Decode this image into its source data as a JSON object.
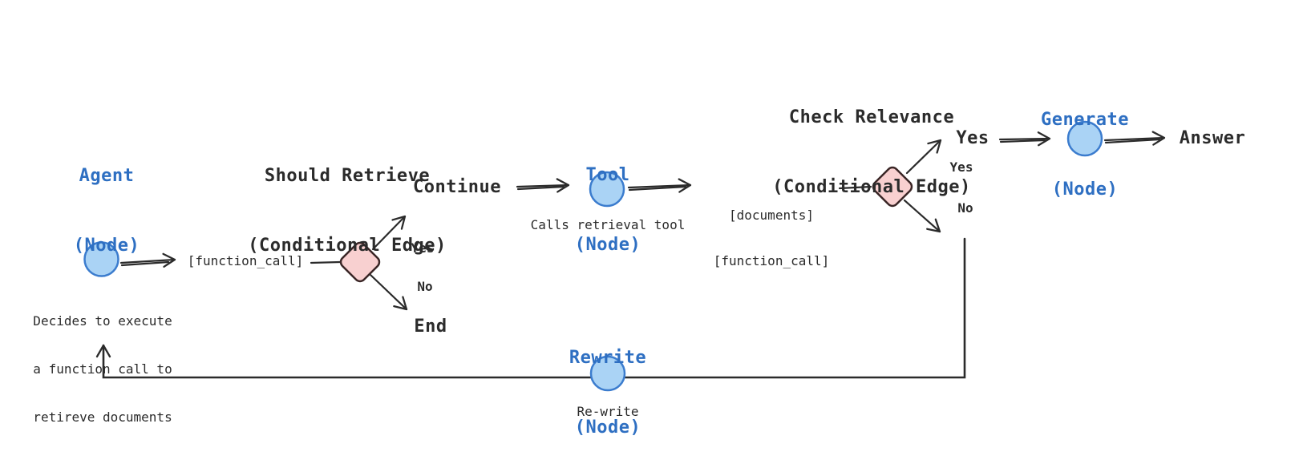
{
  "colors": {
    "node_blue_fill": "#aad3f5",
    "node_blue_stroke": "#3b7cce",
    "diamond_pink_fill": "#f8d0d0",
    "diamond_stroke": "#3a2626",
    "heading_blue": "#2e6fc2",
    "ink": "#2b2b2b"
  },
  "agent": {
    "title": "Agent",
    "subtitle": "(Node)",
    "edge_label": "[function_call]",
    "desc1": "Decides to execute",
    "desc2": "a function call to",
    "desc3": "retireve documents"
  },
  "should_retrieve": {
    "title": "Should Retrieve",
    "subtitle": "(Conditional Edge)",
    "yes_label": "Yes",
    "no_label": "No",
    "yes_target": "Continue",
    "no_target": "End"
  },
  "tool": {
    "title": "Tool",
    "subtitle": "(Node)",
    "desc": "Calls retrieval tool",
    "out1": "[documents]",
    "out2": "[function_call]"
  },
  "check_relevance": {
    "title": "Check Relevance",
    "subtitle": "(Conditional Edge)",
    "yes_target": "Yes",
    "yes_label": "Yes",
    "no_label": "No"
  },
  "generate": {
    "title": "Generate",
    "subtitle": "(Node)",
    "output": "Answer"
  },
  "rewrite": {
    "title": "Rewrite",
    "subtitle": "(Node)",
    "desc": "Re-write"
  }
}
